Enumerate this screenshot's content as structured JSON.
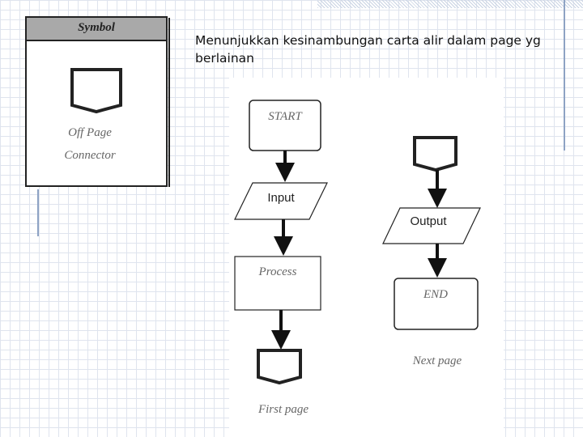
{
  "caption": "Menunjukkan kesinambungan carta alir dalam page yg berlainan",
  "symbol_box": {
    "header": "Symbol",
    "label_line1": "Off Page",
    "label_line2": "Connector"
  },
  "flowchart": {
    "start": "START",
    "input": "Input",
    "process": "Process",
    "first_page": "First page",
    "output": "Output",
    "end": "END",
    "next_page": "Next page"
  }
}
